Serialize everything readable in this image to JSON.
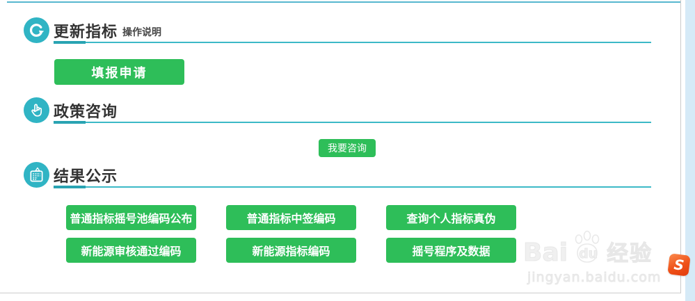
{
  "theme": {
    "accent_teal": "#30b4c4",
    "underline_teal_dark": "#29a3b2",
    "underline_teal": "#3cb9c7",
    "button_green": "#2ebe59",
    "top_line_blue": "#57b7cf",
    "right_strip_blue": "#d5eaf7",
    "border_gray": "#c9c9c9",
    "badge_orange": "#ef5118"
  },
  "sections": [
    {
      "title": "更新指标",
      "link": "操作说明",
      "icon": "refresh-icon",
      "buttons": [
        {
          "label": "填报申请"
        }
      ]
    },
    {
      "title": "政策咨询",
      "icon": "hand-pointer-icon",
      "buttons": [
        {
          "label": "我要咨询"
        }
      ]
    },
    {
      "title": "结果公示",
      "icon": "calendar-icon",
      "buttons": [
        {
          "label": "普通指标摇号池编码公布"
        },
        {
          "label": "普通指标中签编码"
        },
        {
          "label": "查询个人指标真伪"
        },
        {
          "label": "新能源审核通过编码"
        },
        {
          "label": "新能源指标编码"
        },
        {
          "label": "摇号程序及数据"
        }
      ]
    }
  ],
  "watermark": {
    "brand_bai": "Bai",
    "brand_du": "du",
    "brand_cn": "经验",
    "url": "jingyan.baidu.com"
  },
  "badge": {
    "letter": "S"
  }
}
